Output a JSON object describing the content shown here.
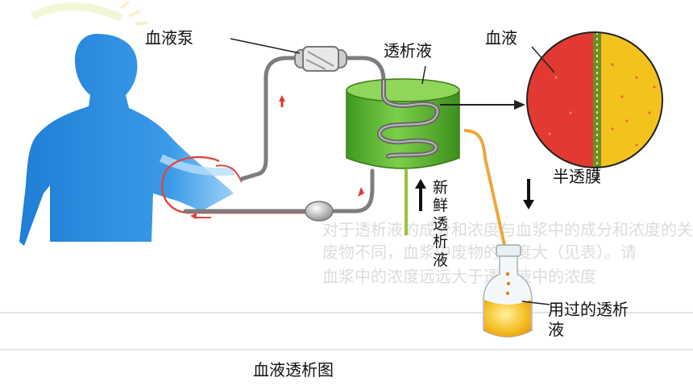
{
  "labels": {
    "blood_pump": "血液泵",
    "dialysate": "透析液",
    "blood": "血液",
    "semipermeable_membrane": "半透膜",
    "fresh_dialysate": "新鲜透析液",
    "used_dialysate": "用过的透析液",
    "caption": "血液透析图"
  },
  "colors": {
    "person": "#2f8fe0",
    "dialyzer": "#4fae2a",
    "blood": "#e23a32",
    "dialysate_side": "#f3c21c",
    "tubing": "#8a8a8a",
    "used_fluid": "#f2b417",
    "background_text": "#d9d9d9"
  },
  "background": {
    "faded_text_lines": [
      "对于透析液的成分和浓度与血浆中的成分和浓度的关系",
      "废物不同，血浆中废物的浓度大（见表）。请",
      "血浆中的浓度远远大于透析液中的浓度"
    ]
  }
}
